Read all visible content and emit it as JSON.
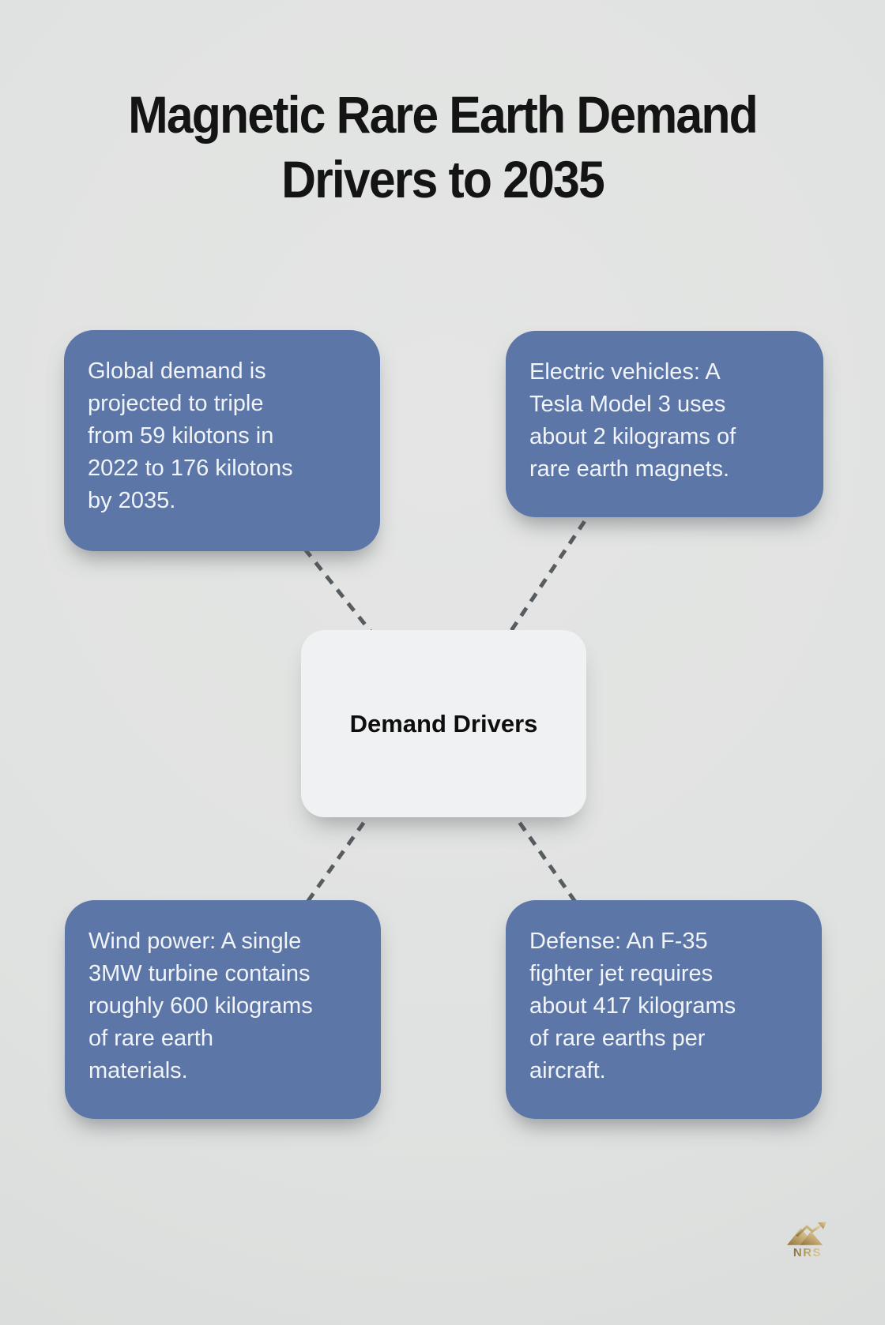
{
  "title": {
    "text": "Magnetic Rare Earth Demand\nDrivers to 2035"
  },
  "center_node": {
    "label": "Demand Drivers"
  },
  "nodes": [
    {
      "name": "global-demand",
      "text": "Global demand is\nprojected to triple\nfrom 59 kilotons in\n2022 to 176 kilotons\nby 2035."
    },
    {
      "name": "electric-vehicles",
      "text": "Electric vehicles: A\nTesla Model 3 uses\nabout 2 kilograms of\nrare earth magnets."
    },
    {
      "name": "wind-power",
      "text": "Wind power: A single\n3MW turbine contains\nroughly 600 kilograms\nof rare earth\nmaterials."
    },
    {
      "name": "defense",
      "text": "Defense: An F-35\nfighter jet requires\nabout 417 kilograms\nof rare earths per\naircraft."
    }
  ],
  "logo": {
    "text": "NRS"
  },
  "colors": {
    "background": "#e0e2e1",
    "node_fill": "#5c76a8",
    "node_text": "#f1f4f8",
    "center_fill": "#f0f1f2",
    "title_color": "#141414",
    "connector": "#575c60",
    "logo_gold": "#b3925c"
  }
}
